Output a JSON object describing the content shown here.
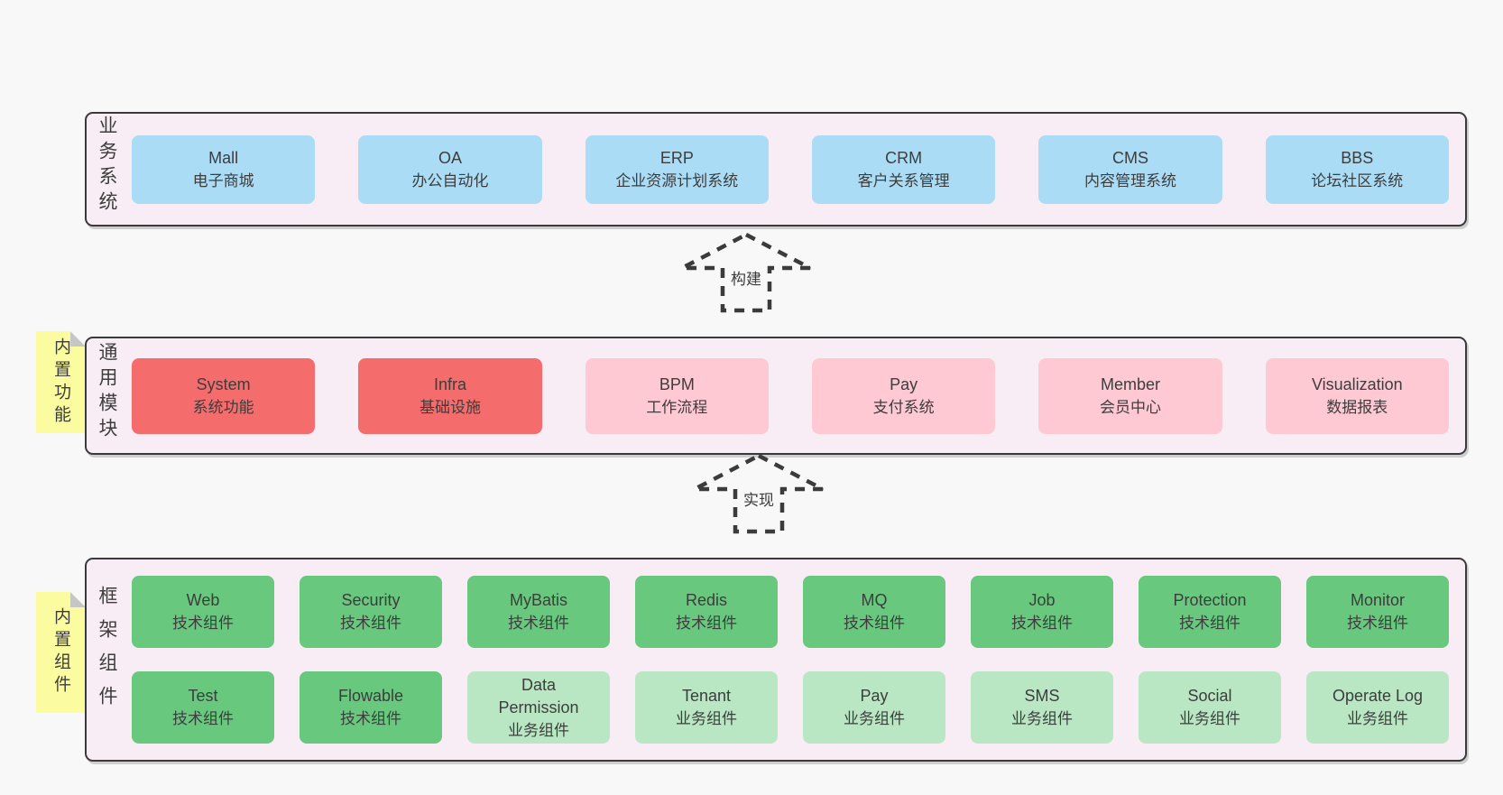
{
  "diagram": {
    "colors": {
      "page_bg": "#f8f8f8",
      "band_bg": "#f8edf5",
      "band_border": "#3a3a3a",
      "blue": "#aadcf6",
      "red": "#f56c6c",
      "pink": "#fec9d2",
      "green": "#67c87e",
      "light_green": "#b9e6c3",
      "sticky": "#fbfb9f",
      "fold": "#c6c6c6",
      "text": "#3d3d3d"
    },
    "arrows": [
      {
        "label": "构建"
      },
      {
        "label": "实现"
      }
    ],
    "bands": [
      {
        "key": "business-systems",
        "side_label": "业务系统",
        "sticky": null,
        "rows": [
          [
            {
              "name": "Mall",
              "subtitle": "电子商城",
              "variant": "blue"
            },
            {
              "name": "OA",
              "subtitle": "办公自动化",
              "variant": "blue"
            },
            {
              "name": "ERP",
              "subtitle": "企业资源计划系统",
              "variant": "blue"
            },
            {
              "name": "CRM",
              "subtitle": "客户关系管理",
              "variant": "blue"
            },
            {
              "name": "CMS",
              "subtitle": "内容管理系统",
              "variant": "blue"
            },
            {
              "name": "BBS",
              "subtitle": "论坛社区系统",
              "variant": "blue"
            }
          ]
        ]
      },
      {
        "key": "common-modules",
        "side_label": "通用模块",
        "sticky": "内置功能",
        "rows": [
          [
            {
              "name": "System",
              "subtitle": "系统功能",
              "variant": "red"
            },
            {
              "name": "Infra",
              "subtitle": "基础设施",
              "variant": "red"
            },
            {
              "name": "BPM",
              "subtitle": "工作流程",
              "variant": "pink"
            },
            {
              "name": "Pay",
              "subtitle": "支付系统",
              "variant": "pink"
            },
            {
              "name": "Member",
              "subtitle": "会员中心",
              "variant": "pink"
            },
            {
              "name": "Visualization",
              "subtitle": "数据报表",
              "variant": "pink"
            }
          ]
        ]
      },
      {
        "key": "framework-components",
        "side_label": "框架组件",
        "sticky": "内置组件",
        "rows": [
          [
            {
              "name": "Web",
              "subtitle": "技术组件",
              "variant": "green"
            },
            {
              "name": "Security",
              "subtitle": "技术组件",
              "variant": "green"
            },
            {
              "name": "MyBatis",
              "subtitle": "技术组件",
              "variant": "green"
            },
            {
              "name": "Redis",
              "subtitle": "技术组件",
              "variant": "green"
            },
            {
              "name": "MQ",
              "subtitle": "技术组件",
              "variant": "green"
            },
            {
              "name": "Job",
              "subtitle": "技术组件",
              "variant": "green"
            },
            {
              "name": "Protection",
              "subtitle": "技术组件",
              "variant": "green"
            },
            {
              "name": "Monitor",
              "subtitle": "技术组件",
              "variant": "green"
            }
          ],
          [
            {
              "name": "Test",
              "subtitle": "技术组件",
              "variant": "green"
            },
            {
              "name": "Flowable",
              "subtitle": "技术组件",
              "variant": "green"
            },
            {
              "name": "Data Permission",
              "subtitle": "业务组件",
              "variant": "lightgreen"
            },
            {
              "name": "Tenant",
              "subtitle": "业务组件",
              "variant": "lightgreen"
            },
            {
              "name": "Pay",
              "subtitle": "业务组件",
              "variant": "lightgreen"
            },
            {
              "name": "SMS",
              "subtitle": "业务组件",
              "variant": "lightgreen"
            },
            {
              "name": "Social",
              "subtitle": "业务组件",
              "variant": "lightgreen"
            },
            {
              "name": "Operate Log",
              "subtitle": "业务组件",
              "variant": "lightgreen"
            }
          ]
        ]
      }
    ]
  }
}
